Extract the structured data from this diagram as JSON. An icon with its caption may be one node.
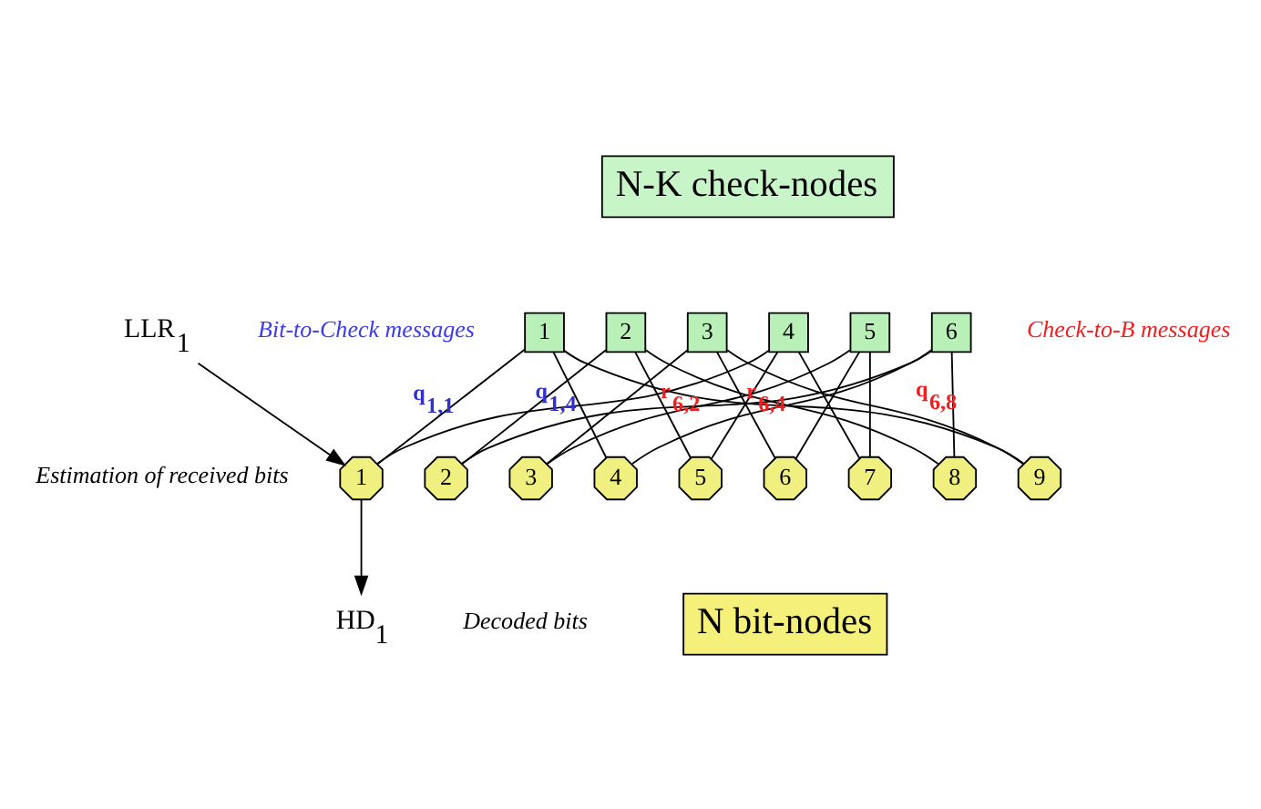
{
  "diagram": {
    "nodes": [
      {
        "text": [
          "N-K check-nodes"
        ]
      },
      {
        "text": [
          "1"
        ]
      },
      {
        "text": [
          "2"
        ]
      },
      {
        "text": [
          "3"
        ]
      },
      {
        "text": [
          "4"
        ]
      },
      {
        "text": [
          "5"
        ]
      },
      {
        "text": [
          "6"
        ]
      },
      {
        "text": [
          "1"
        ]
      },
      {
        "text": [
          "2"
        ]
      },
      {
        "text": [
          "3"
        ]
      },
      {
        "text": [
          "4"
        ]
      },
      {
        "text": [
          "5"
        ]
      },
      {
        "text": [
          "6"
        ]
      },
      {
        "text": [
          "7"
        ]
      },
      {
        "text": [
          "8"
        ]
      },
      {
        "text": [
          "9"
        ]
      },
      {
        "text": [
          "N bit-nodes"
        ]
      },
      {
        "text": [
          "LLR$_{1}$"
        ]
      },
      {
        "text": [
          "HD$_{1}$"
        ]
      }
    ],
    "edges": [
      {
        "from": 7,
        "to": 1,
        "arrow": "none",
        "label": "q$_{1,1}$"
      },
      {
        "from": 1,
        "to": 10,
        "arrow": "none"
      },
      {
        "from": 1,
        "to": 15,
        "arrow": "none"
      },
      {
        "from": 2,
        "to": 8,
        "arrow": "none"
      },
      {
        "from": 2,
        "to": 11,
        "arrow": "none"
      },
      {
        "from": 2,
        "to": 14,
        "arrow": "none"
      },
      {
        "from": 3,
        "to": 9,
        "arrow": "none"
      },
      {
        "from": 3,
        "to": 12,
        "arrow": "none"
      },
      {
        "from": 3,
        "to": 15,
        "arrow": "none"
      },
      {
        "from": 7,
        "to": 4,
        "arrow": "none",
        "label": "q$_{1,4}$"
      },
      {
        "from": 4,
        "to": 11,
        "arrow": "none"
      },
      {
        "from": 4,
        "to": 13,
        "arrow": "none"
      },
      {
        "from": 5,
        "to": 9,
        "arrow": "none"
      },
      {
        "from": 5,
        "to": 12,
        "arrow": "none"
      },
      {
        "from": 5,
        "to": 13,
        "arrow": "none"
      },
      {
        "from": 6,
        "to": 8,
        "arrow": "none",
        "label": "r$_{6,2}$"
      },
      {
        "from": 6,
        "to": 10,
        "arrow": "none",
        "label": "r$_{6,4}$"
      },
      {
        "from": 6,
        "to": 14,
        "arrow": "none",
        "label": "q$_{6,8}$"
      },
      {
        "from": 17,
        "to": 7,
        "arrow": "to"
      },
      {
        "from": 7,
        "to": 18,
        "arrow": "to"
      }
    ],
    "labels": [
      "Bit-to-Check messages",
      "Check-to-B messages",
      "Estimation of received bits",
      "Decoded bits"
    ]
  }
}
